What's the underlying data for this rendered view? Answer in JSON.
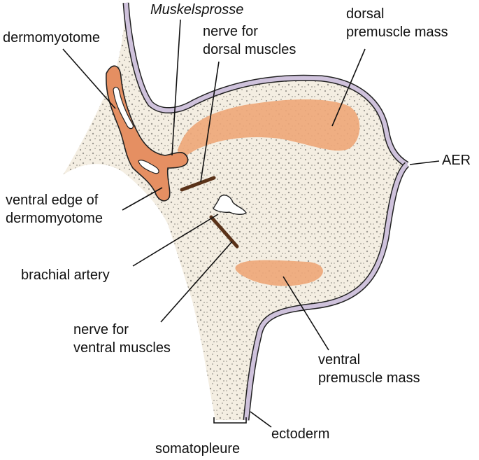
{
  "labels": {
    "muskelsprosse": "Muskelsprosse",
    "dermomyotome": "dermomyotome",
    "nerve_dorsal_1": "nerve for",
    "nerve_dorsal_2": "dorsal muscles",
    "dorsal_mass_1": "dorsal",
    "dorsal_mass_2": "premuscle mass",
    "aer": "AER",
    "ventral_edge_1": "ventral edge of",
    "ventral_edge_2": "dermomyotome",
    "brachial_artery": "brachial artery",
    "nerve_ventral_1": "nerve for",
    "nerve_ventral_2": "ventral muscles",
    "ventral_mass_1": "ventral",
    "ventral_mass_2": "premuscle mass",
    "ectoderm": "ectoderm",
    "somatopleure": "somatopleure"
  },
  "colors": {
    "mesenchyme": "#f4eee2",
    "ectoderm": "#cfc2dc",
    "premuscle": "#eea678",
    "dermomyotome": "#e58f62",
    "nerve": "#5a3218",
    "artery": "#ffffff",
    "outline": "#222222"
  }
}
